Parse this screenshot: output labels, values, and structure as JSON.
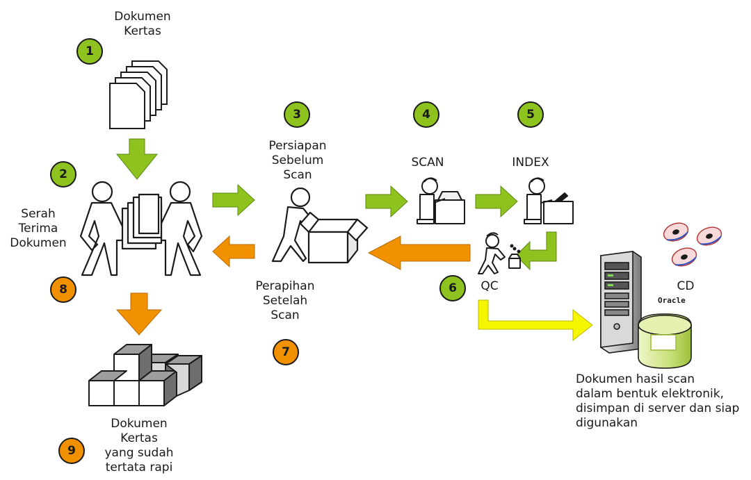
{
  "steps": [
    {
      "number": "1",
      "label": "Dokumen\nKertas",
      "color": "#8dc21f"
    },
    {
      "number": "2",
      "label": "Serah\nTerima\nDokumen",
      "color": "#8dc21f"
    },
    {
      "number": "3",
      "label": "Persiapan\nSebelum\nScan",
      "color": "#8dc21f"
    },
    {
      "number": "4",
      "label": "SCAN",
      "color": "#8dc21f"
    },
    {
      "number": "5",
      "label": "INDEX",
      "color": "#8dc21f"
    },
    {
      "number": "6",
      "label": "QC",
      "color": "#8dc21f"
    },
    {
      "number": "7",
      "label": "Perapihan\nSetelah\nScan",
      "color": "#f29100"
    },
    {
      "number": "8",
      "label": "",
      "color": "#f29100"
    },
    {
      "number": "9",
      "label": "Dokumen\nKertas\nyang sudah\ntertata rapi",
      "color": "#f29100"
    }
  ],
  "cd_label": "CD",
  "oracle_label": "Oracle",
  "server_caption": "Dokumen hasil scan\ndalam bentuk elektronik,\ndisimpan di server dan siap\ndigunakan",
  "colors": {
    "forward_arrow": "#8dc21f",
    "return_arrow": "#f29100",
    "storage_arrow": "#f5f500",
    "outline": "#1a1a1a"
  }
}
